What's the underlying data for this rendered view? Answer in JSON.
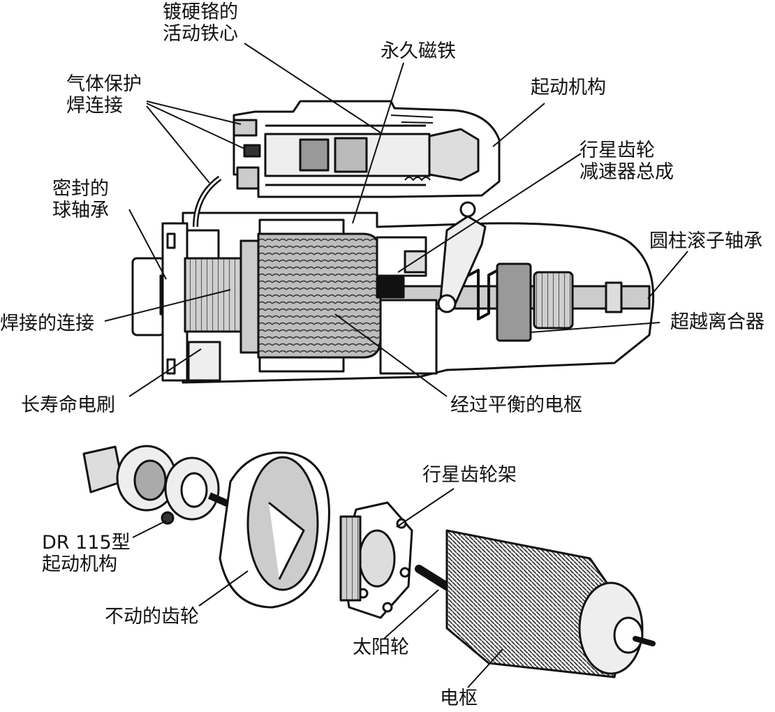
{
  "labels": {
    "plated_core": [
      "镀硬铬的",
      "活动铁心"
    ],
    "permanent_magnet": "永久磁铁",
    "gas_weld": [
      "气体保护",
      "焊连接"
    ],
    "starting_mechanism_top": "起动机构",
    "planetary_reducer": [
      "行星齿轮",
      "减速器总成"
    ],
    "sealed_bearing": [
      "密封的",
      "球轴承"
    ],
    "roller_bearing": "圆柱滚子轴承",
    "welded_connection": "焊接的连接",
    "overrunning_clutch": "超越离合器",
    "long_life_brush": "长寿命电刷",
    "balanced_armature": "经过平衡的电枢",
    "planet_carrier": "行星齿轮架",
    "dr115_mechanism": [
      "DR 115型",
      "起动机构"
    ],
    "fixed_gear": "不动的齿轮",
    "sun_gear": "太阳轮",
    "armature": "电枢"
  },
  "colors": {
    "ink": "#111111",
    "metal_light": "#d9d9d9",
    "metal_mid": "#a8a8a8",
    "metal_dark": "#6e6e6e",
    "background": "#ffffff"
  }
}
